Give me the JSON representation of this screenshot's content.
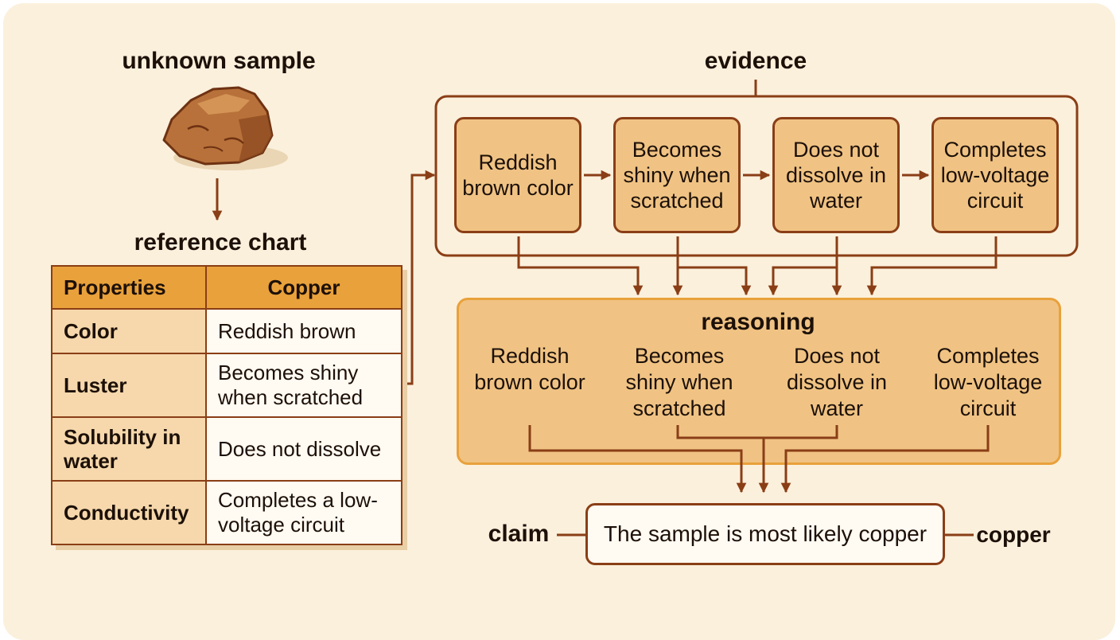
{
  "sample": {
    "title": "unknown sample"
  },
  "reference": {
    "title": "reference chart",
    "headers": [
      "Properties",
      "Copper"
    ],
    "rows": [
      {
        "property": "Color",
        "value": "Reddish brown"
      },
      {
        "property": "Luster",
        "value": "Becomes shiny when scratched"
      },
      {
        "property": "Solubility in water",
        "value": "Does not dissolve"
      },
      {
        "property": "Conductivity",
        "value": "Completes a low-voltage circuit"
      }
    ]
  },
  "evidence": {
    "title": "evidence",
    "items": [
      "Reddish brown color",
      "Becomes shiny when scratched",
      "Does not dissolve in water",
      "Completes low-voltage circuit"
    ]
  },
  "reasoning": {
    "title": "reasoning",
    "items": [
      "Reddish brown color",
      "Becomes shiny when scratched",
      "Does not dissolve in water",
      "Completes low-voltage circuit"
    ]
  },
  "claim": {
    "label": "claim",
    "text": "The sample is most likely copper",
    "result": "copper"
  },
  "colors": {
    "background": "#fbf0dc",
    "border": "#8a3e16",
    "box_fill": "#f0c384",
    "header_fill": "#e9a13b",
    "reasoning_fill": "#f0c384"
  }
}
